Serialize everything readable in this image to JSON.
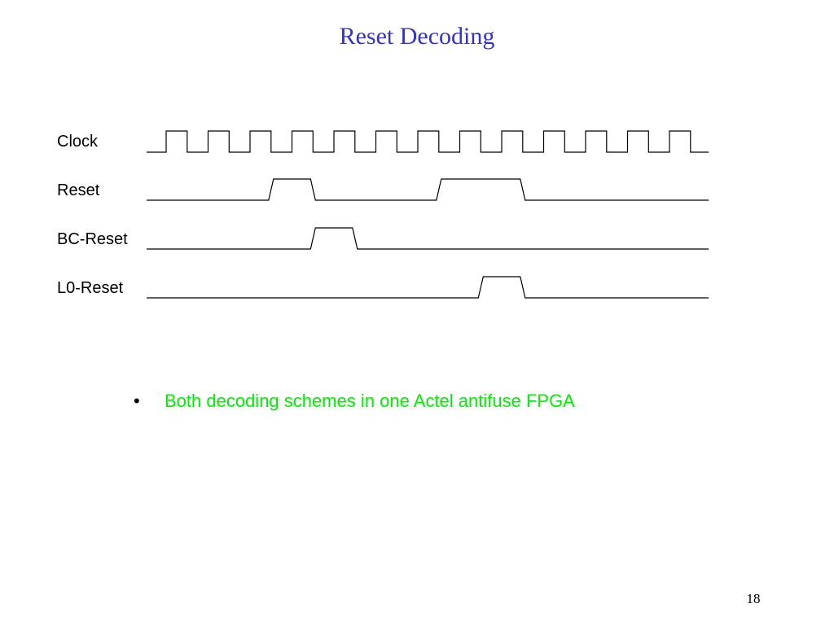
{
  "slide": {
    "title": "Reset Decoding",
    "title_color": "#3333cc",
    "page_number": "18"
  },
  "timing_diagram": {
    "signals": [
      {
        "name": "Clock",
        "kind": "clock",
        "cycles": 13
      },
      {
        "name": "Reset",
        "kind": "pulses",
        "high_intervals": [
          [
            2.5,
            3.5
          ],
          [
            6.5,
            8.5
          ]
        ]
      },
      {
        "name": "BC-Reset",
        "kind": "pulses",
        "high_intervals": [
          [
            3.5,
            4.5
          ]
        ]
      },
      {
        "name": "L0-Reset",
        "kind": "pulses",
        "high_intervals": [
          [
            7.5,
            8.5
          ]
        ]
      }
    ],
    "line_color": "#000000"
  },
  "bullets": [
    {
      "marker": "•",
      "text": "Both decoding schemes in one Actel antifuse FPGA",
      "color": "#00ee00"
    }
  ]
}
